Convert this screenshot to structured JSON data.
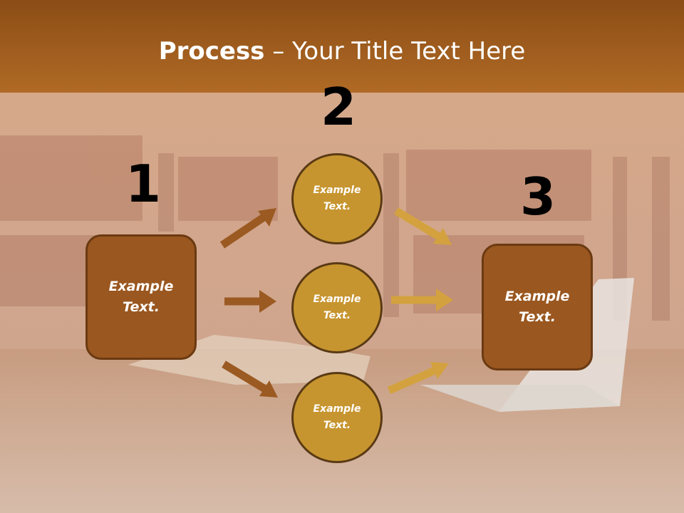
{
  "title": {
    "bold": "Process",
    "rest": " – Your Title Text Here"
  },
  "numbers": [
    "1",
    "2",
    "3"
  ],
  "left_box": {
    "line1": "Example",
    "line2": "Text."
  },
  "circles": [
    {
      "line1": "Example",
      "line2": "Text."
    },
    {
      "line1": "Example",
      "line2": "Text."
    },
    {
      "line1": "Example",
      "line2": "Text."
    }
  ],
  "right_box": {
    "line1": "Example",
    "line2": "Text."
  },
  "colors": {
    "box": "#9a571f",
    "circle": "#c7952f",
    "arrow_left": "#9b5a22",
    "arrow_right": "#d3a23f",
    "header": "#a8621c"
  }
}
